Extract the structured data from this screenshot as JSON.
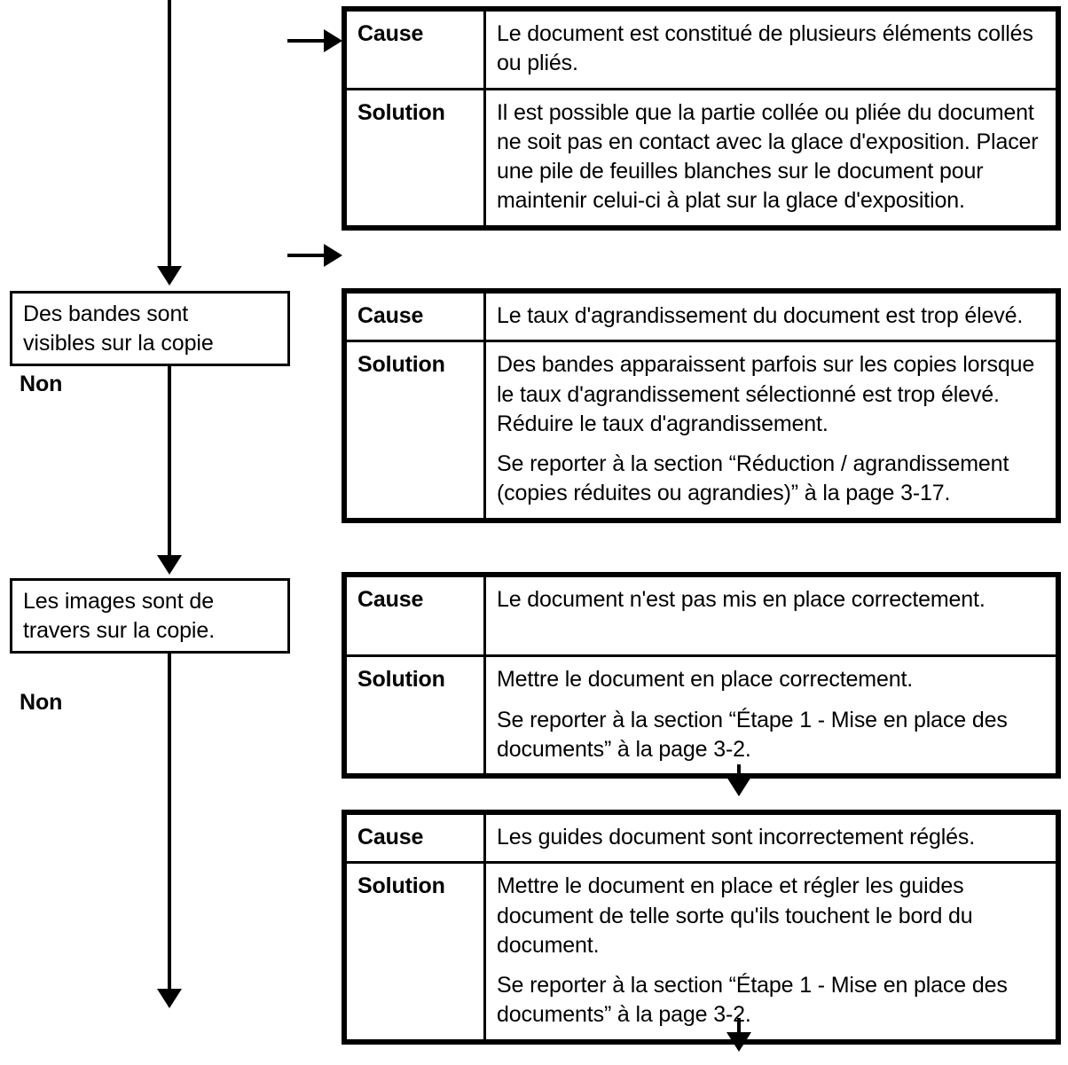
{
  "doc": {
    "type": "troubleshooting-flowchart",
    "language": "fr",
    "labels": {
      "cause": "Cause",
      "solution": "Solution",
      "no": "Non"
    }
  },
  "questions": [
    {
      "id": "bandes",
      "lines": [
        "Des bandes sont",
        "visibles sur la copie"
      ],
      "branch": "Non"
    },
    {
      "id": "travers",
      "lines": [
        "Les images sont de",
        "travers sur la copie."
      ],
      "branch": "Non"
    }
  ],
  "blocks": [
    {
      "id": "block-1",
      "cause_label": "Cause",
      "solution_label": "Solution",
      "cause": [
        "Le document est constitué de plusieurs éléments collés ou pliés."
      ],
      "solution": [
        "Il est possible que la partie collée ou pliée du document ne soit pas en contact avec la glace d'exposition. Placer une pile de feuilles blanches sur le document pour maintenir celui-ci à plat sur la glace d'exposition."
      ]
    },
    {
      "id": "block-2",
      "cause_label": "Cause",
      "solution_label": "Solution",
      "cause": [
        "Le taux d'agrandissement du document est trop élevé."
      ],
      "solution": [
        "Des bandes apparaissent parfois sur les copies lorsque le taux d'agrandissement sélectionné est trop élevé. Réduire le taux d'agrandissement.",
        "Se reporter à la section “Réduction / agrandissement (copies réduites ou agrandies)” à la page 3-17."
      ]
    },
    {
      "id": "block-3",
      "cause_label": "Cause",
      "solution_label": "Solution",
      "cause": [
        "Le document n'est pas mis en place correctement."
      ],
      "solution": [
        "Mettre le document en place correctement.",
        "Se reporter à la section “Étape 1 - Mise en place des documents” à la page 3-2."
      ]
    },
    {
      "id": "block-4",
      "cause_label": "Cause",
      "solution_label": "Solution",
      "cause": [
        "Les guides document sont incorrectement réglés."
      ],
      "solution": [
        "Mettre le document en place et régler les guides document de telle sorte qu'ils touchent le bord du document.",
        "Se reporter à la section “Étape 1 - Mise en place des documents” à la page 3-2."
      ]
    }
  ],
  "connectors": {
    "arrow_into_block1": "arrow-right-icon",
    "arrow_into_block1_bottom": "arrow-right-icon",
    "arrow_to_question1": "arrow-down-icon",
    "arrow_to_question2": "arrow-down-icon",
    "arrow_block3_to_block4": "arrow-down-icon",
    "arrow_block4_out": "arrow-down-icon",
    "arrow_question2_out": "arrow-down-icon"
  }
}
